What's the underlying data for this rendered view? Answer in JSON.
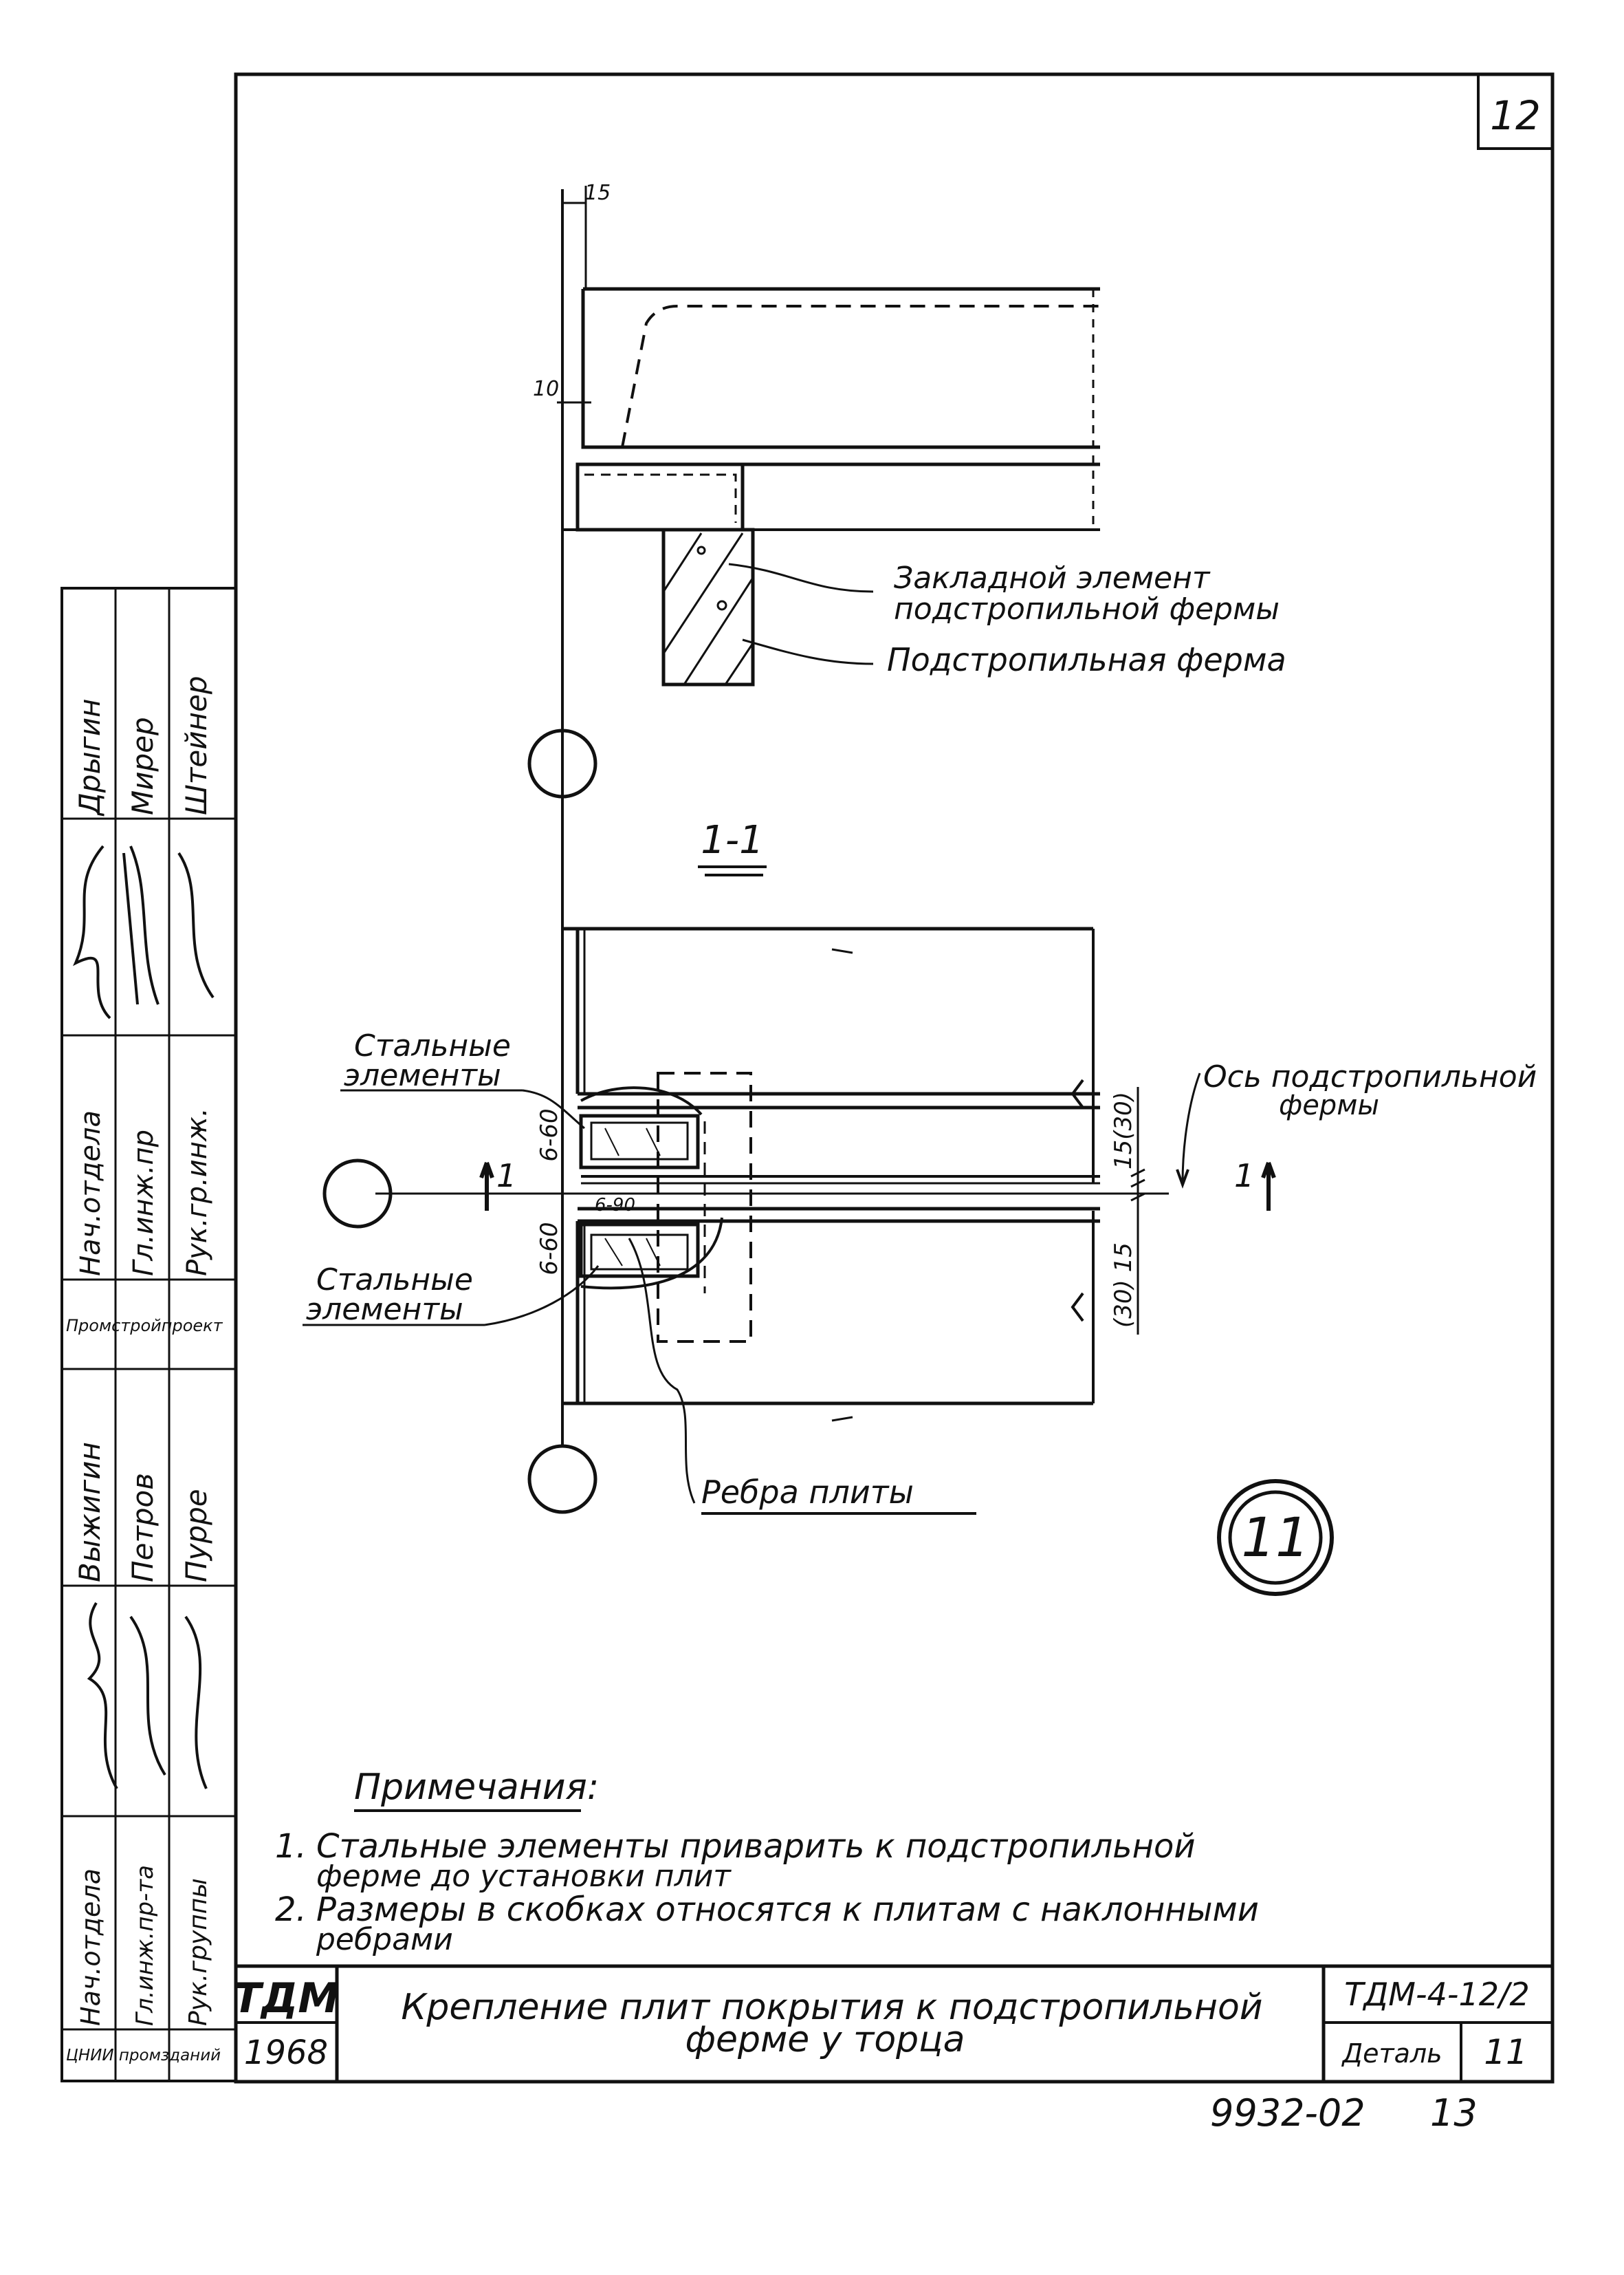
{
  "sheet": {
    "number": "12",
    "archive_number": "9932-02",
    "archive_page": "13"
  },
  "section_top": {
    "dim_top": "15",
    "dim_side": "10",
    "label_embedded_1": "Закладной элемент",
    "label_embedded_2": "подстропильной фермы",
    "label_truss": "Подстропильная ферма",
    "section_mark": "1-1"
  },
  "plan_view": {
    "label_steel_top_1": "Стальные",
    "label_steel_top_2": "элементы",
    "label_steel_bot_1": "Стальные",
    "label_steel_bot_2": "элементы",
    "weld_top": "6-60",
    "weld_bot": "6-60",
    "weld_mid": "6-90",
    "label_axis_1": "Ось подстропильной",
    "label_axis_2": "фермы",
    "dim_upper": "15(30)",
    "dim_lower": "(30) 15",
    "cut_mark_left": "1",
    "cut_mark_right": "1",
    "label_ribs": "Ребра плиты",
    "detail_number": "11"
  },
  "notes": {
    "heading": "Примечания:",
    "items": [
      {
        "num": "1.",
        "line1": "Стальные элементы приварить к подстропильной",
        "line2": "ферме до установки плит"
      },
      {
        "num": "2.",
        "line1": "Размеры в скобках относятся к плитам с наклонными",
        "line2": "ребрами"
      }
    ]
  },
  "title_block": {
    "org": "ТДМ",
    "year": "1968",
    "title_line1": "Крепление плит покрытия к подстропильной",
    "title_line2": "ферме у торца",
    "code": "ТДМ-4-12/2",
    "detail_label": "Деталь",
    "detail_value": "11"
  },
  "side_stamp": {
    "top_roles": [
      "Нач.отдела",
      "Гл.инж.пр",
      "Рук.гр.инж."
    ],
    "top_names": [
      "Дрыгин",
      "Мирер",
      "Штейнер"
    ],
    "org_name": "Промстройпроект",
    "bottom_roles": [
      "Нач.отдела",
      "Гл.инж.пр-та",
      "Рук.группы"
    ],
    "bottom_names": [
      "Выжигин",
      "Петров",
      "Пурре"
    ],
    "institute": "ЦНИИ промзданий"
  }
}
